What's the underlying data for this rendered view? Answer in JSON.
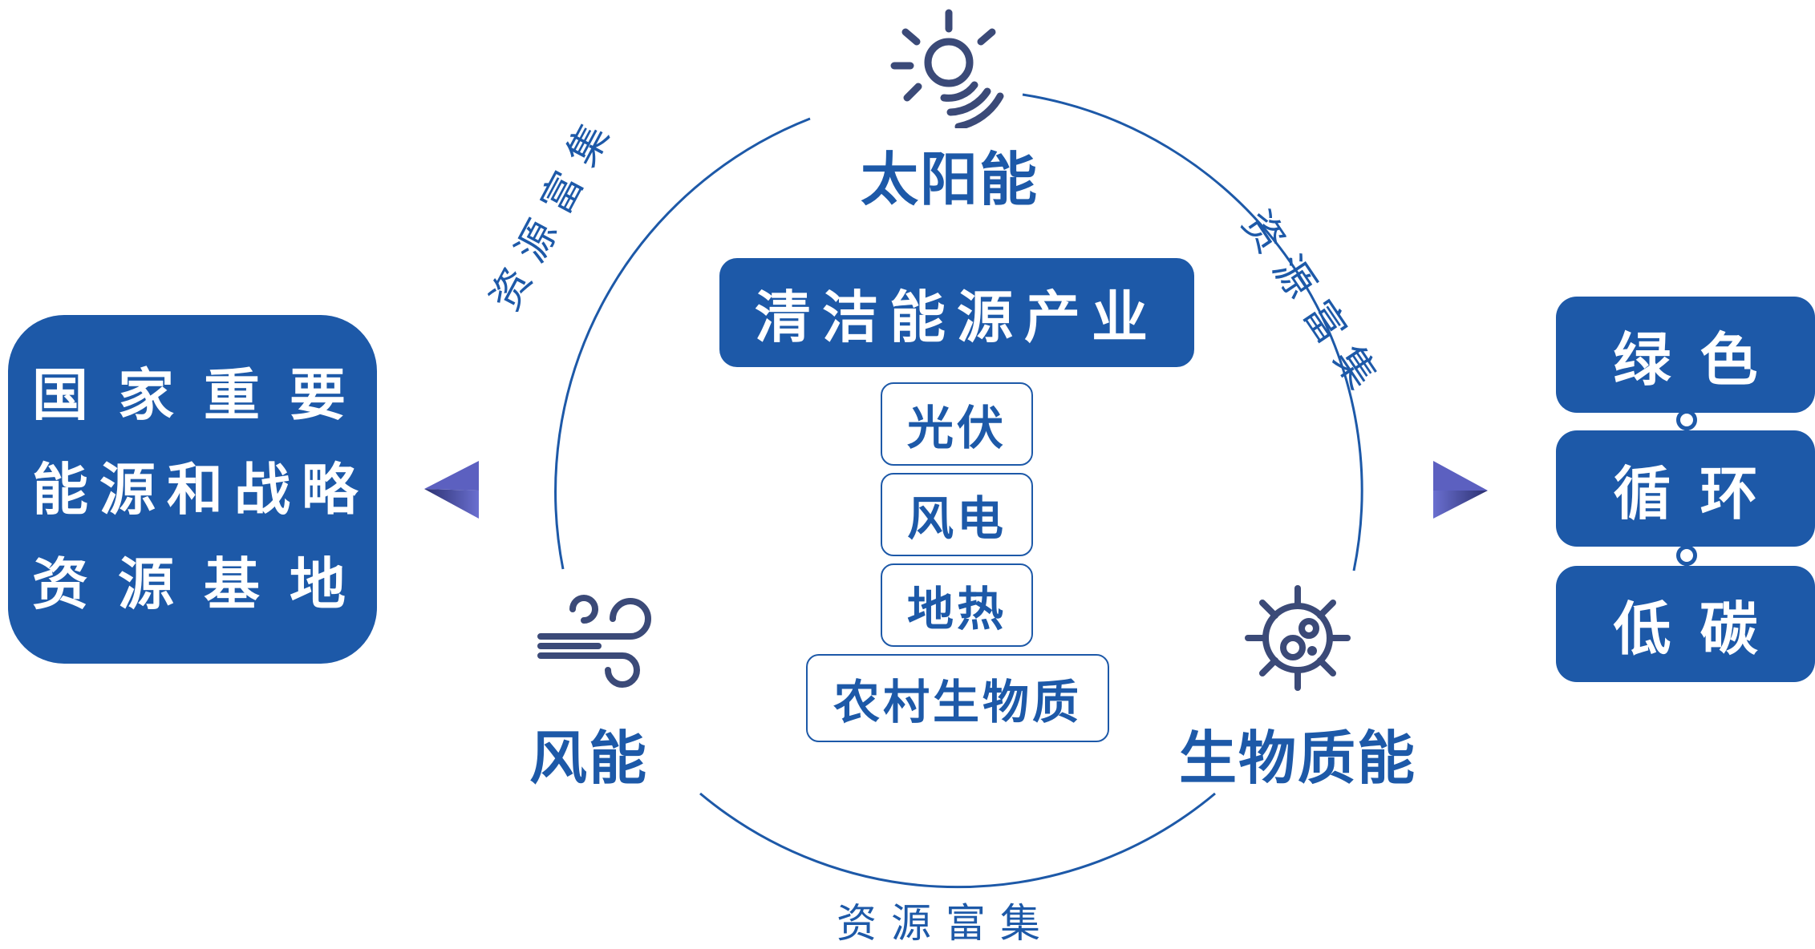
{
  "left_box": {
    "lines": [
      "国家重要",
      "能源和战略",
      "资源基地"
    ]
  },
  "center": {
    "title": "清洁能源产业",
    "items": [
      "光伏",
      "风电",
      "地热",
      "农村生物质"
    ]
  },
  "energies": {
    "solar": "太阳能",
    "wind": "风能",
    "biomass": "生物质能"
  },
  "arc_labels": {
    "upper_left": "资源富集",
    "upper_right": "资源富集",
    "bottom": "资源富集"
  },
  "right_stack": [
    "绿色",
    "循环",
    "低碳"
  ],
  "icons": {
    "solar": "sun-icon",
    "wind": "wind-icon",
    "biomass": "microbe-icon",
    "left_arrow": "triangle-left-icon",
    "right_arrow": "triangle-right-icon"
  },
  "colors": {
    "primary": "#1d59a8",
    "icon": "#3b4a78",
    "arrow": "#4a55a8"
  }
}
